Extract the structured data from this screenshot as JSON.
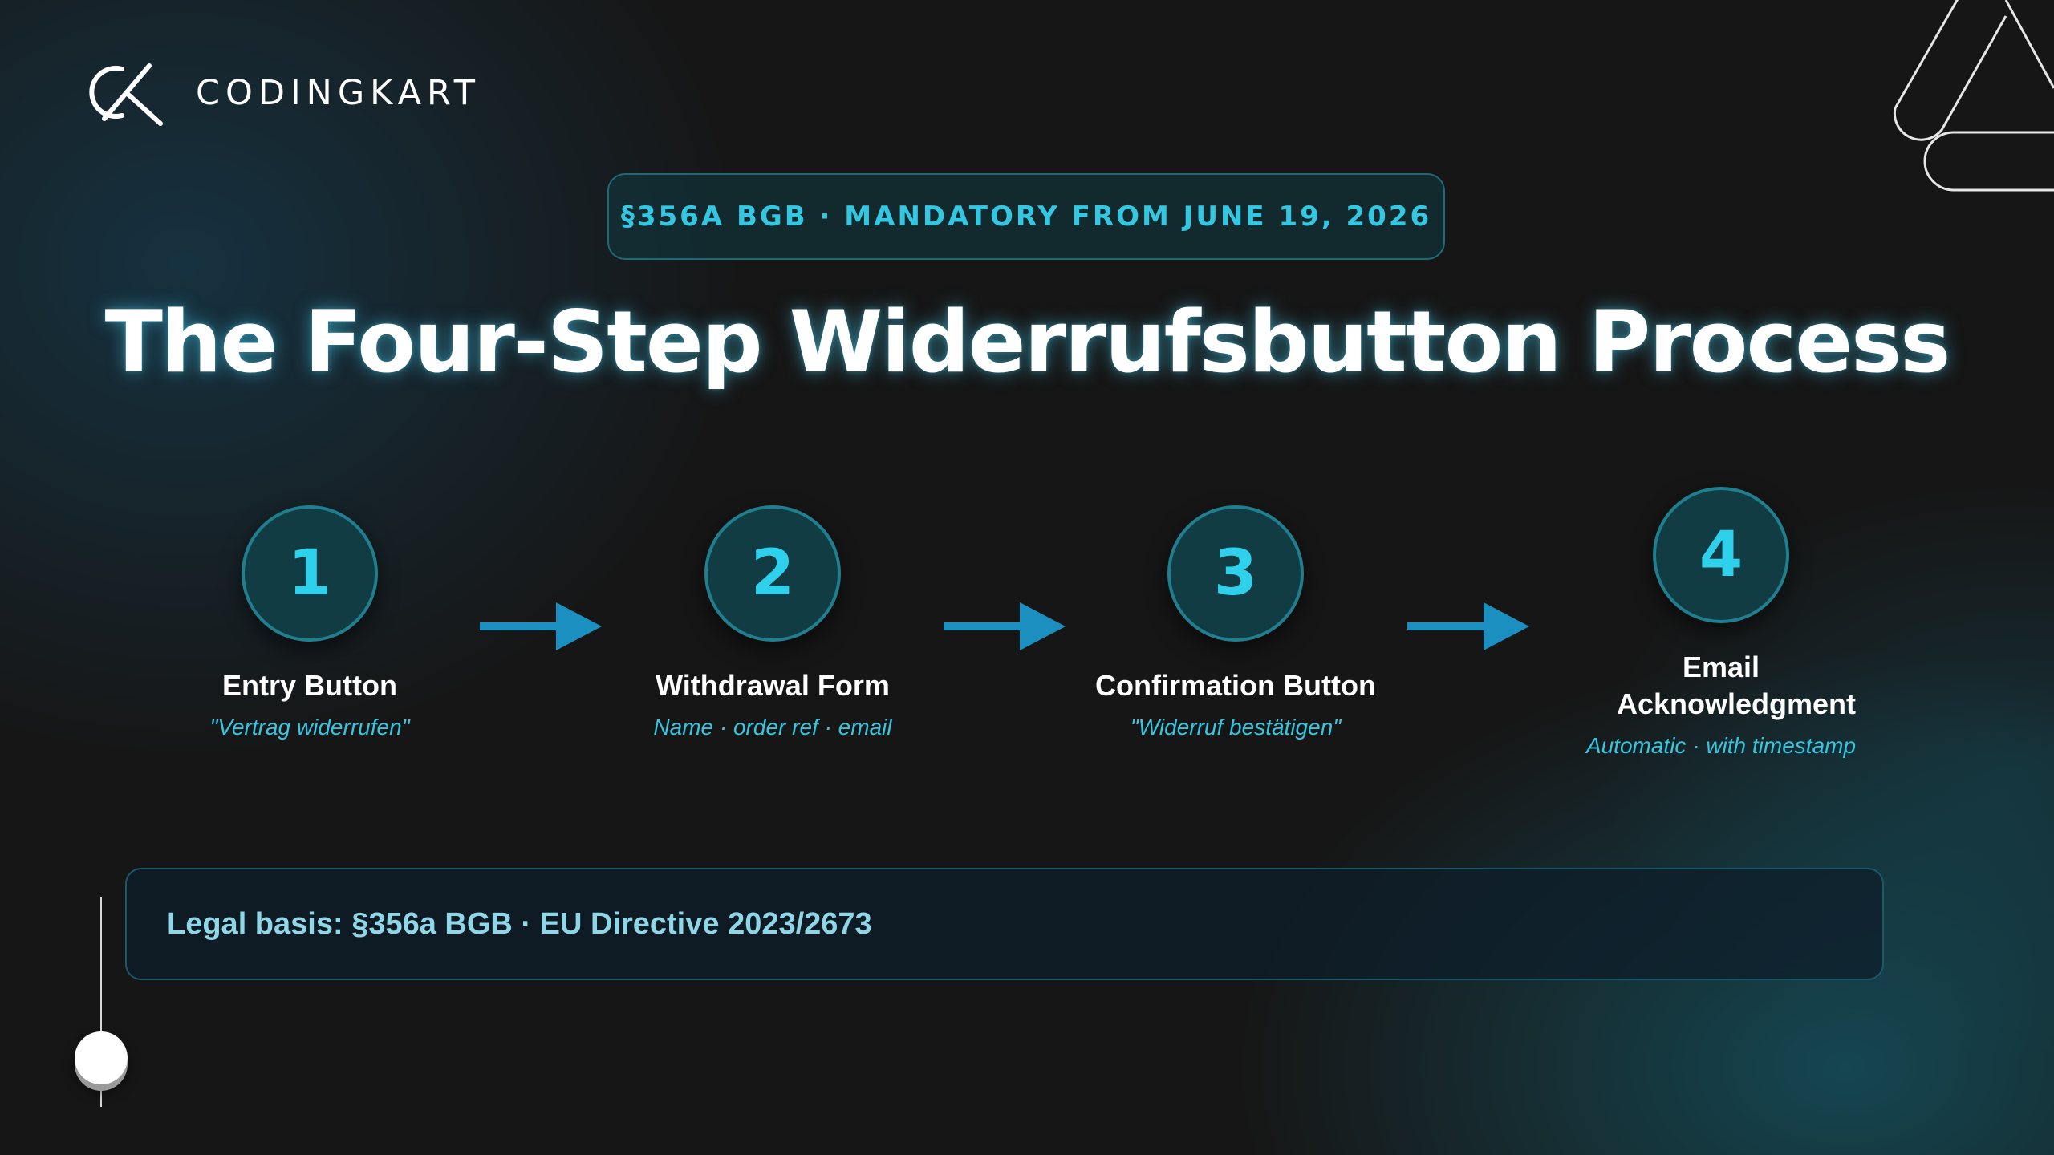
{
  "brand": {
    "name": "CODINGKART",
    "logo_icon": "ck-monogram-icon"
  },
  "badge": {
    "text": "§356A BGB · MANDATORY FROM JUNE 19, 2026"
  },
  "title": "The Four-Step Widerrufsbutton Process",
  "steps": [
    {
      "number": "1",
      "title": "Entry Button",
      "subtitle": "\"Vertrag widerrufen\""
    },
    {
      "number": "2",
      "title": "Withdrawal Form",
      "subtitle": "Name · order ref · email"
    },
    {
      "number": "3",
      "title": "Confirmation Button",
      "subtitle": "\"Widerruf bestätigen\""
    },
    {
      "number": "4",
      "title": "Email Acknowledgment",
      "subtitle": "Automatic · with timestamp"
    }
  ],
  "legal": {
    "text": "Legal basis: §356a BGB · EU Directive 2023/2673"
  },
  "colors": {
    "accent": "#2fd0ec",
    "arrow": "#1b8fbf",
    "background": "#161616",
    "circle_fill": "#123c43",
    "circle_border": "#1f7f8e"
  }
}
